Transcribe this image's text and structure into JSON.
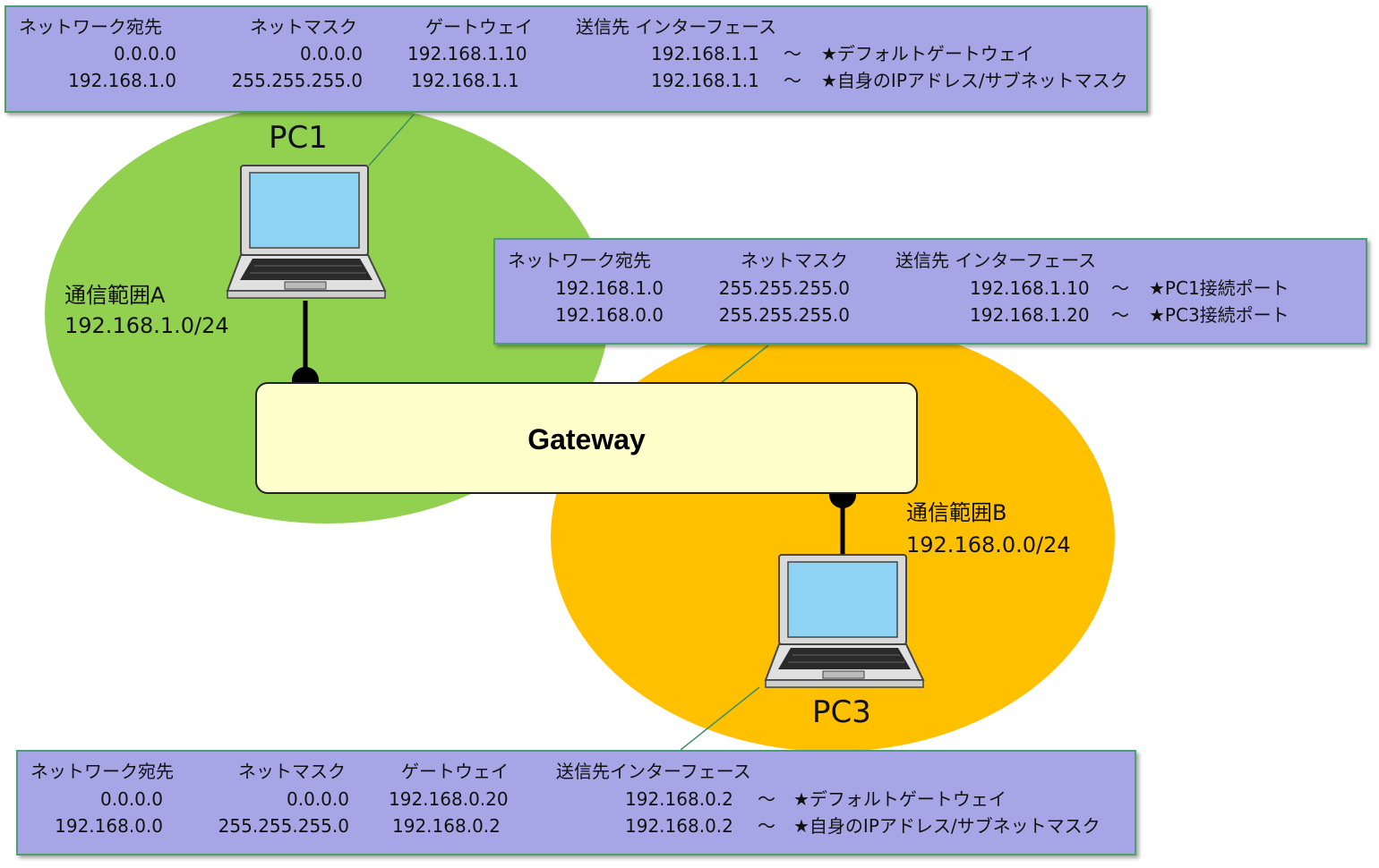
{
  "pc1": {
    "label": "PC1",
    "range_name": "通信範囲A",
    "range_net": "192.168.1.0/24",
    "table": {
      "headers": [
        "ネットワーク宛先",
        "ネットマスク",
        "ゲートウェイ",
        "送信先 インターフェース"
      ],
      "rows": [
        [
          "0.0.0.0",
          "0.0.0.0",
          "192.168.1.10",
          "192.168.1.1",
          "〜",
          "★デフォルトゲートウェイ"
        ],
        [
          "192.168.1.0",
          "255.255.255.0",
          "192.168.1.1",
          "192.168.1.1",
          "〜",
          "★自身のIPアドレス/サブネットマスク"
        ]
      ]
    }
  },
  "gateway": {
    "label": "Gateway",
    "table": {
      "headers": [
        "ネットワーク宛先",
        "ネットマスク",
        "送信先 インターフェース"
      ],
      "rows": [
        [
          "192.168.1.0",
          "255.255.255.0",
          "192.168.1.10",
          "〜",
          "★PC1接続ポート"
        ],
        [
          "192.168.0.0",
          "255.255.255.0",
          "192.168.1.20",
          "〜",
          "★PC3接続ポート"
        ]
      ]
    }
  },
  "pc3": {
    "label": "PC3",
    "range_name": "通信範囲B",
    "range_net": "192.168.0.0/24",
    "table": {
      "headers": [
        "ネットワーク宛先",
        "ネットマスク",
        "ゲートウェイ",
        "送信先インターフェース"
      ],
      "rows": [
        [
          "0.0.0.0",
          "0.0.0.0",
          "192.168.0.20",
          "192.168.0.2",
          "〜",
          "★デフォルトゲートウェイ"
        ],
        [
          "192.168.0.0",
          "255.255.255.0",
          "192.168.0.2",
          "192.168.0.2",
          "〜",
          "★自身のIPアドレス/サブネットマスク"
        ]
      ]
    }
  },
  "colors": {
    "range_a": "#92d050",
    "range_b": "#ffc000",
    "table_bg": "#a6a6e6",
    "table_border": "#4f9e6e",
    "gateway_bg": "#ffffcc"
  }
}
